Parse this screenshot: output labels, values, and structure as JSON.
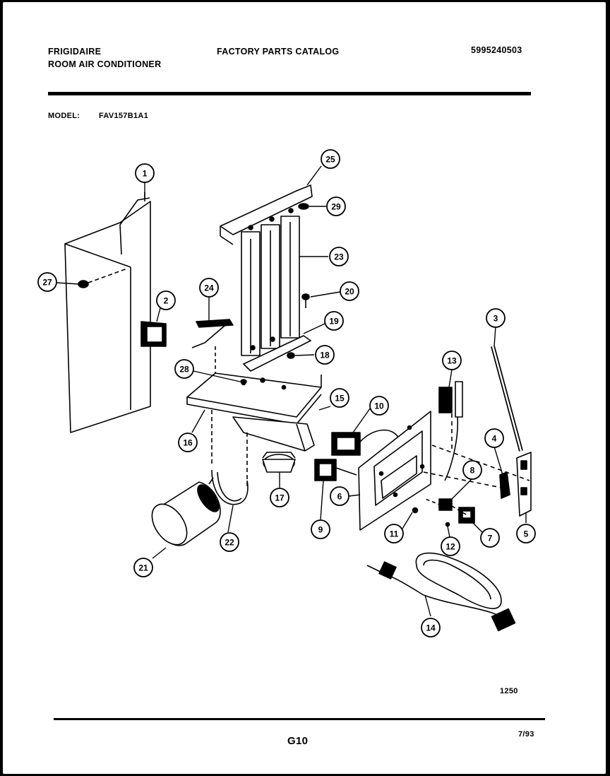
{
  "header": {
    "brand": "FRIGIDAIRE",
    "product": "ROOM AIR CONDITIONER",
    "catalog_title": "FACTORY PARTS CATALOG",
    "catalog_number": "5995240503",
    "model_label": "MODEL:",
    "model_value": "FAV157B1A1"
  },
  "callouts": [
    "1",
    "2",
    "3",
    "4",
    "5",
    "6",
    "7",
    "8",
    "9",
    "10",
    "11",
    "12",
    "13",
    "14",
    "15",
    "16",
    "17",
    "18",
    "19",
    "20",
    "21",
    "22",
    "23",
    "24",
    "25",
    "27",
    "28",
    "29"
  ],
  "footer": {
    "drawing_number": "1250",
    "page_code": "G10",
    "date": "7/93"
  }
}
